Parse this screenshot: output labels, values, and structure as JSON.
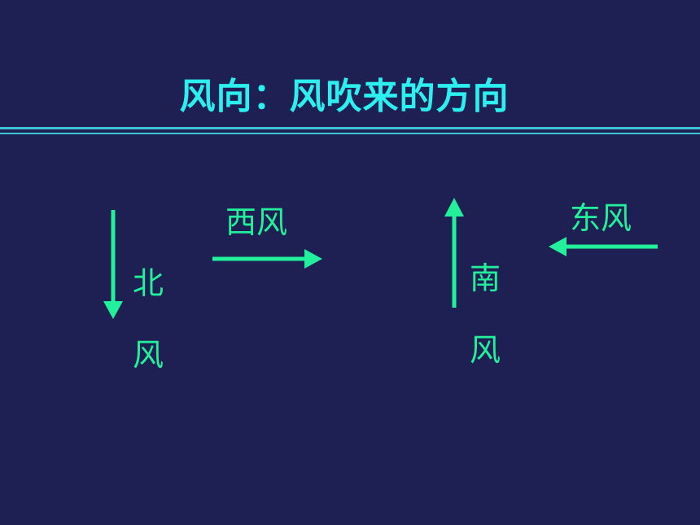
{
  "title": "风向：风吹来的方向",
  "colors": {
    "background": "#1e1f52",
    "title": "#2cf0f0",
    "accent": "#23f09a",
    "rule": "#3fc4d6"
  },
  "winds": {
    "north": {
      "label_top": "北",
      "label_bottom": "风"
    },
    "west": {
      "label": "西风"
    },
    "south": {
      "label_top": "南",
      "label_bottom": "风"
    },
    "east": {
      "label": "东风"
    }
  }
}
